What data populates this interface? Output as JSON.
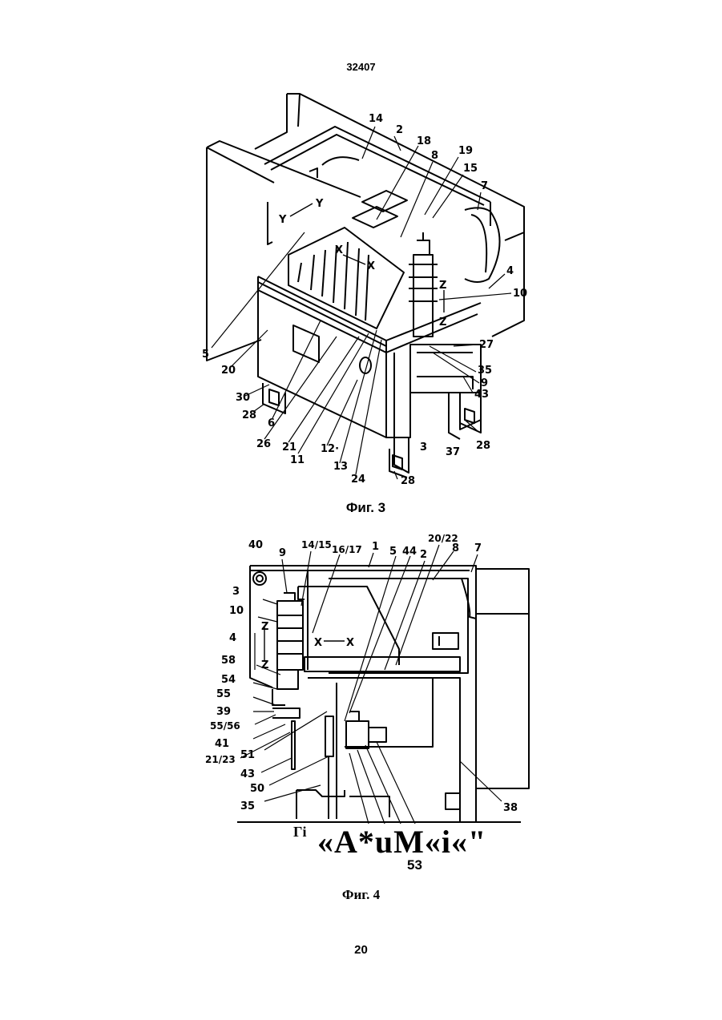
{
  "header": {
    "doc_number": "32407"
  },
  "figure3": {
    "caption": "Фиг. 3",
    "labels": [
      "14",
      "2",
      "18",
      "8",
      "19",
      "15",
      "7",
      "Y",
      "Y",
      "X",
      "X",
      "4",
      "10",
      "Z",
      "Z",
      "5",
      "27",
      "20",
      "35",
      "9",
      "30",
      "43",
      "28",
      "6",
      "26",
      "21",
      "11",
      "12·",
      "13",
      "24",
      "28",
      "3",
      "37",
      "28"
    ]
  },
  "figure4": {
    "caption": "Фиг. 4",
    "labels": [
      "40",
      "9",
      "14/15",
      "16/17",
      "1",
      "5",
      "44",
      "20/22",
      "2",
      "8",
      "7",
      "3",
      "10",
      "Z",
      "Z",
      "X",
      "X",
      "4",
      "58",
      "54",
      "55",
      "39",
      "55/56",
      "41",
      "21/23",
      "51",
      "43",
      "50",
      "35",
      "38"
    ],
    "garbled_text": "«A*uM«i«\"",
    "garbled_prefix": "Гі",
    "bottom_number": "53"
  },
  "footer": {
    "page_number": "20"
  }
}
